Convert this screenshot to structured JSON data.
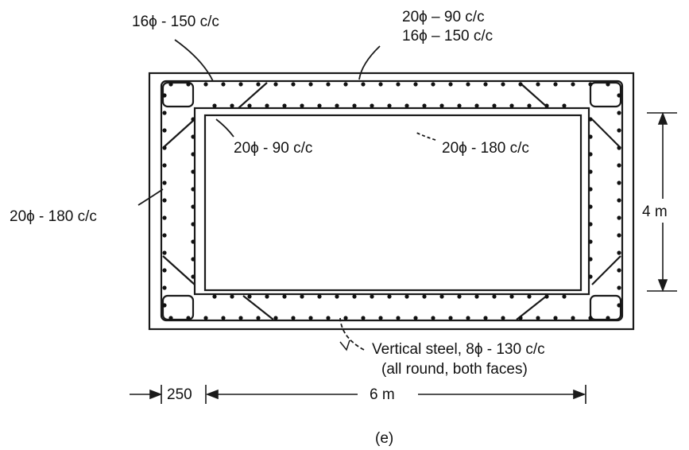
{
  "labels": {
    "top_left": "16ϕ - 150 c/c",
    "top_right_1": "20ϕ – 90 c/c",
    "top_right_2": "16ϕ – 150 c/c",
    "inner_left": "20ϕ - 90 c/c",
    "inner_right": "20ϕ - 180 c/c",
    "outer_left": "20ϕ - 180 c/c",
    "vertical_steel_1": "Vertical steel, 8ϕ - 130 c/c",
    "vertical_steel_2": "(all round, both faces)"
  },
  "dimensions": {
    "wall_thickness": "250",
    "width": "6 m",
    "height": "4 m"
  },
  "caption": "(e)"
}
